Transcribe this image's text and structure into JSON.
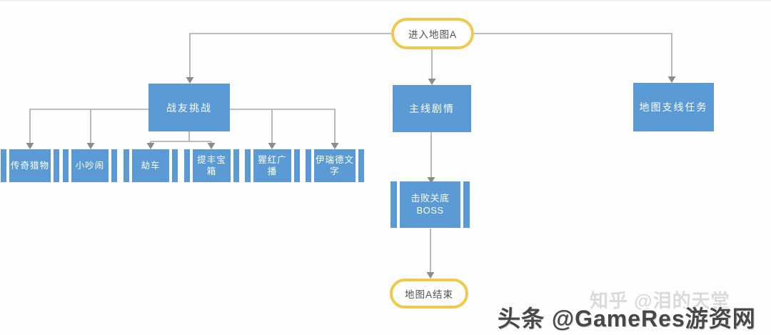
{
  "diagram": {
    "type": "flowchart",
    "nodes": {
      "start": {
        "id": "start",
        "shape": "terminal",
        "label": "进入地图A"
      },
      "comrade": {
        "id": "comrade",
        "shape": "process",
        "label": "战友挑战"
      },
      "main_story": {
        "id": "main_story",
        "shape": "process",
        "label": "主线剧情"
      },
      "side_quests": {
        "id": "side_quests",
        "shape": "process",
        "label": "地图支线任务"
      },
      "children": [
        {
          "id": "child_0",
          "shape": "predefined-process",
          "label": "传奇猎物"
        },
        {
          "id": "child_1",
          "shape": "predefined-process",
          "label": "小吵闹"
        },
        {
          "id": "child_2",
          "shape": "predefined-process",
          "label": "劫车"
        },
        {
          "id": "child_3",
          "shape": "predefined-process",
          "label": "提丰宝箱"
        },
        {
          "id": "child_4",
          "shape": "predefined-process",
          "label": "猩红广播"
        },
        {
          "id": "child_5",
          "shape": "predefined-process",
          "label": "伊瑞德文字"
        }
      ],
      "boss": {
        "id": "boss",
        "shape": "predefined-process",
        "label": "击败关底BOSS"
      },
      "end": {
        "id": "end",
        "shape": "terminal",
        "label": "地图A结束"
      }
    },
    "edges": [
      {
        "from": "start",
        "to": "comrade"
      },
      {
        "from": "start",
        "to": "main_story"
      },
      {
        "from": "start",
        "to": "side_quests"
      },
      {
        "from": "comrade",
        "to": "child_0"
      },
      {
        "from": "comrade",
        "to": "child_1"
      },
      {
        "from": "comrade",
        "to": "child_2"
      },
      {
        "from": "comrade",
        "to": "child_3"
      },
      {
        "from": "comrade",
        "to": "child_4"
      },
      {
        "from": "comrade",
        "to": "child_5"
      },
      {
        "from": "main_story",
        "to": "boss"
      },
      {
        "from": "boss",
        "to": "end"
      }
    ],
    "colors": {
      "process_fill": "#5b9bd5",
      "process_text": "#ffffff",
      "terminal_border": "#f2c84b",
      "terminal_fill": "#ffffff",
      "terminal_text": "#4f4f4f",
      "connector_line": "#a9a9a9",
      "arrowhead": "#8c8c8c",
      "background": "#fefefe"
    }
  },
  "watermarks": {
    "zhihu": "知乎 @泪的天堂",
    "toutiao": "头条 @GameRes游资网"
  }
}
